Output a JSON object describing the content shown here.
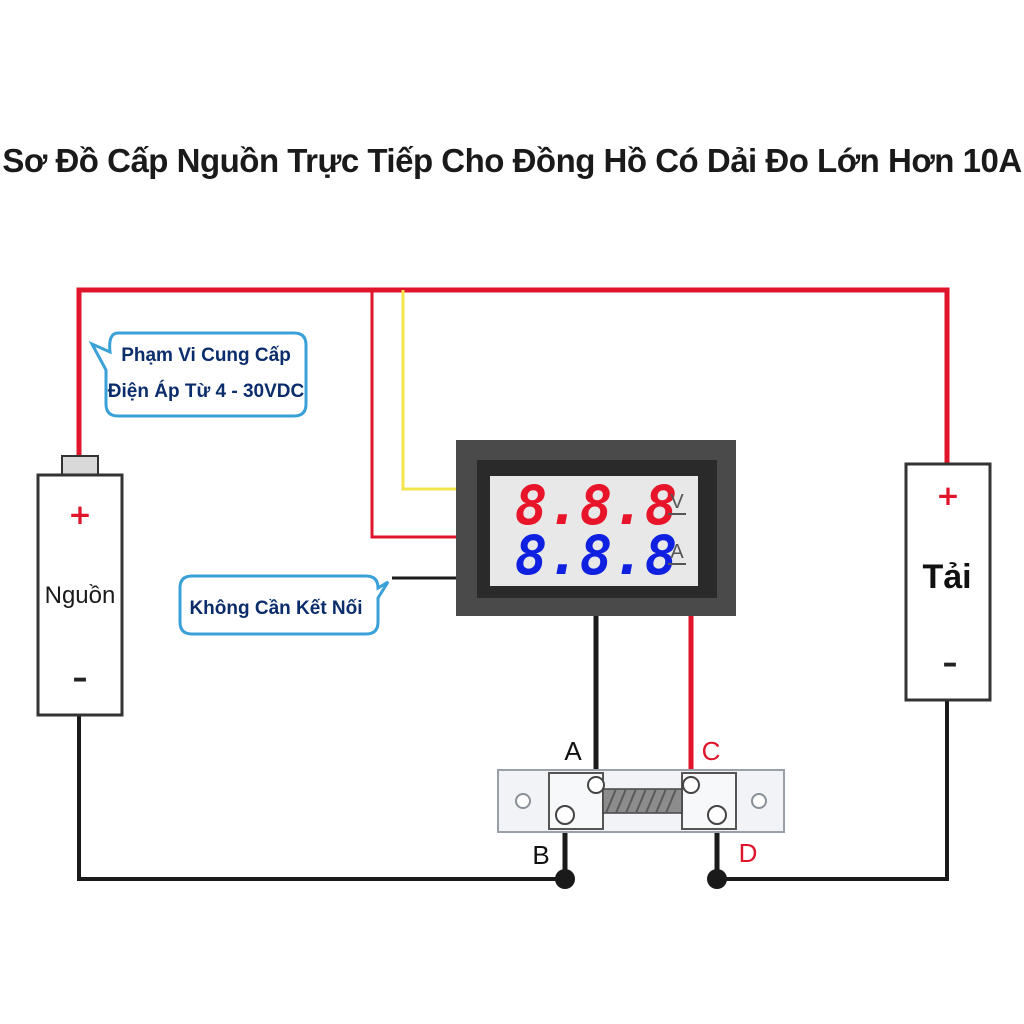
{
  "title": "Sơ Đồ Cấp Nguồn Trực Tiếp Cho Đồng Hồ Có Dải Đo Lớn Hơn 10A",
  "meter": {
    "voltage_display": "8.8.8",
    "current_display": "8.8.8",
    "voltage_unit": "V",
    "current_unit": "A"
  },
  "callouts": {
    "supply_line1": "Phạm Vi Cung Cấp",
    "supply_line2": "Điện Áp Từ 4 - 30VDC",
    "no_connect": "Không Cần Kết Nối"
  },
  "source": {
    "label": "Nguồn",
    "plus": "+",
    "minus": "–"
  },
  "load": {
    "label": "Tải",
    "plus": "+",
    "minus": "–"
  },
  "shunt_terminals": {
    "a": "A",
    "b": "B",
    "c": "C",
    "d": "D"
  },
  "colors": {
    "wire_red": "#e0142a",
    "wire_yellow": "#f2e64a",
    "wire_black": "#1a1a1a",
    "callout_border": "#3aa0d8",
    "segment_red": "#e8152a",
    "segment_blue": "#1020e0"
  }
}
